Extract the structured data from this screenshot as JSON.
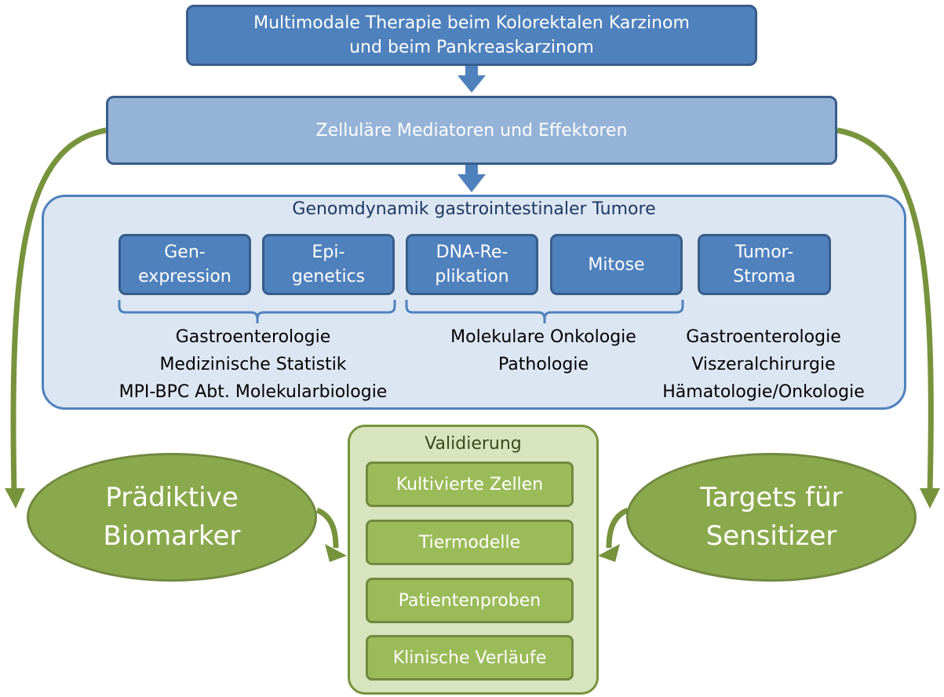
{
  "title": {
    "line1": "Multimodale Therapie beim Kolorektalen Karzinom",
    "line2": "und beim Pankreaskarzinom"
  },
  "mediators": "Zelluläre Mediatoren und Effektoren",
  "genome": {
    "title": "Genomdynamik gastrointestinaler Tumore",
    "boxes": [
      {
        "line1": "Gen-",
        "line2": "expression"
      },
      {
        "line1": "Epi-",
        "line2": "genetics"
      },
      {
        "line1": "DNA-Re-",
        "line2": "plikation"
      },
      {
        "line1": "Mitose"
      },
      {
        "line1": "Tumor-",
        "line2": "Stroma"
      }
    ],
    "departments": {
      "left": [
        "Gastroenterologie",
        "Medizinische Statistik",
        "MPI-BPC Abt. Molekularbiologie"
      ],
      "middle": [
        "Molekulare Onkologie",
        "Pathologie"
      ],
      "right": [
        "Gastroenterologie",
        "Viszeralchirurgie",
        "Hämatologie/Onkologie"
      ]
    }
  },
  "outcomes": {
    "left": {
      "line1": "Prädiktive",
      "line2": "Biomarker"
    },
    "right": {
      "line1": "Targets für",
      "line2": "Sensitizer"
    }
  },
  "validation": {
    "title": "Validierung",
    "items": [
      "Kultivierte Zellen",
      "Tiermodelle",
      "Patientenproben",
      "Klinische Verläufe"
    ]
  },
  "colors": {
    "blue_dark": "#4f81bd",
    "blue_light": "#95b3d7",
    "panel_blue": "#dce6f2",
    "green": "#9bbb59",
    "green_dark": "#77933c",
    "panel_green": "#d7e4bd"
  }
}
